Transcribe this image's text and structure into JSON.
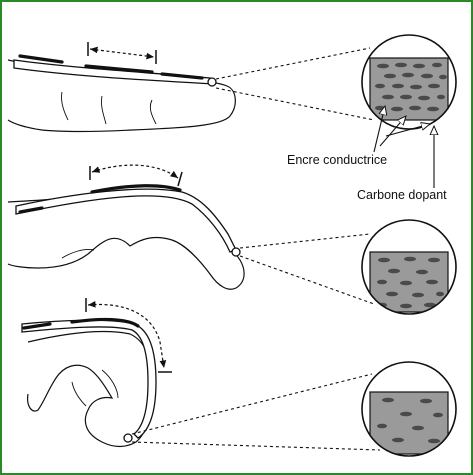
{
  "diagram": {
    "labels": {
      "conductive_ink": "Encre conductrice",
      "doped_carbon": "Carbone dopant"
    },
    "panels": [
      {
        "finger_state": "straight",
        "bend_arrow": "horizontal-double"
      },
      {
        "finger_state": "half-bent",
        "bend_arrow": "arc-double"
      },
      {
        "finger_state": "fully-bent",
        "bend_arrow": "arc-downward"
      }
    ],
    "colors": {
      "border": "#2a8a2a",
      "sensor_fill": "#9a9a9a",
      "particle": "#4a4a4a",
      "line": "#111111"
    }
  }
}
